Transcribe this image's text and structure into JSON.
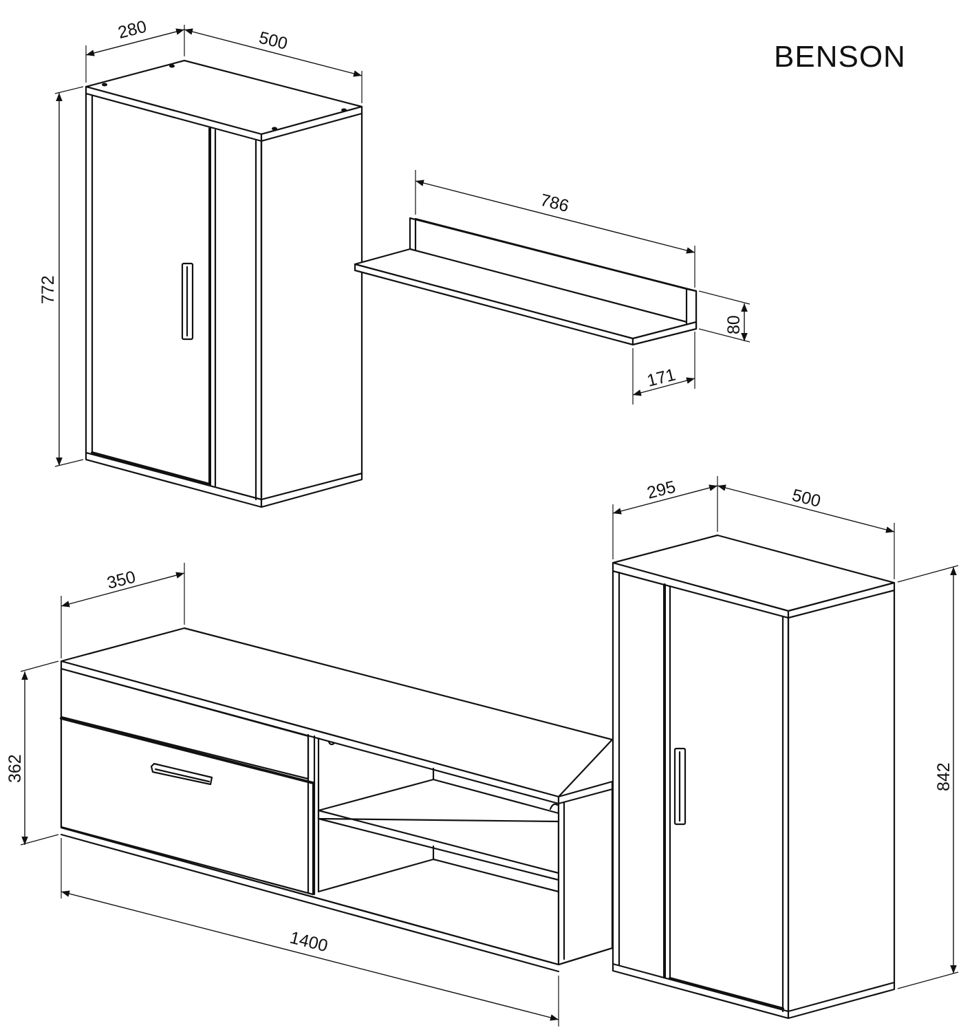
{
  "title": "BENSON",
  "wall_cabinet": {
    "depth": "280",
    "width": "500",
    "height": "772"
  },
  "wall_shelf": {
    "width": "786",
    "height": "80",
    "depth": "171"
  },
  "tv_unit": {
    "depth": "350",
    "height": "362",
    "width": "1400"
  },
  "tall_cabinet": {
    "depth": "295",
    "width": "500",
    "height": "842"
  },
  "colors": {
    "line": "#111111",
    "background": "#ffffff"
  }
}
